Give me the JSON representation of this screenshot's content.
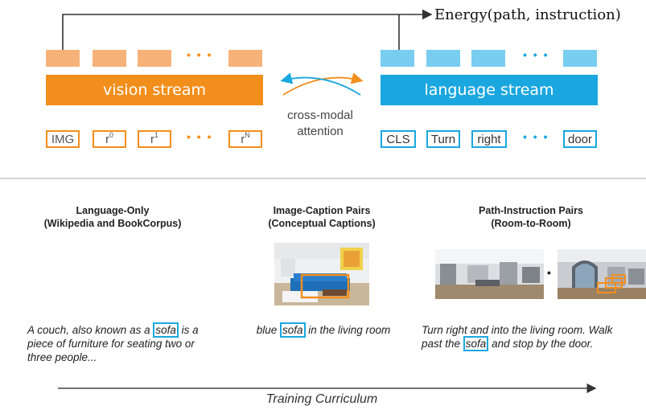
{
  "colors": {
    "vision": "#f28e1c",
    "vision_light": "#f7b27a",
    "language": "#1aa7e0",
    "language_light": "#79cdf1"
  },
  "energy_label": "Energy(path, instruction)",
  "vision_stream": {
    "label": "vision stream",
    "tokens": [
      "IMG",
      "r",
      "r",
      "r"
    ],
    "token_sups": [
      "",
      "0",
      "1",
      "N"
    ],
    "ellipsis": "• • •"
  },
  "language_stream": {
    "label": "language stream",
    "tokens": [
      "CLS",
      "Turn",
      "right",
      "door"
    ],
    "ellipsis": "• • •"
  },
  "cross_modal": {
    "line1": "cross-modal",
    "line2": "attention"
  },
  "columns": [
    {
      "title1": "Language-Only",
      "title2": "(Wikipedia and BookCorpus)",
      "pre": "A couch, also known as a ",
      "highlight": "sofa",
      "post": " is a piece of furniture for seating two or three people..."
    },
    {
      "title1": "Image-Caption Pairs",
      "title2": "(Conceptual Captions)",
      "pre": "blue ",
      "highlight": "sofa",
      "post": " in the living room"
    },
    {
      "title1": "Path-Instruction Pairs",
      "title2": "(Room-to-Room)",
      "pre": "Turn right and into the living room. Walk past the ",
      "highlight": "sofa",
      "post": " and stop by the door."
    }
  ],
  "panorama_ellipsis": "• • •",
  "curriculum_label": "Training Curriculum"
}
